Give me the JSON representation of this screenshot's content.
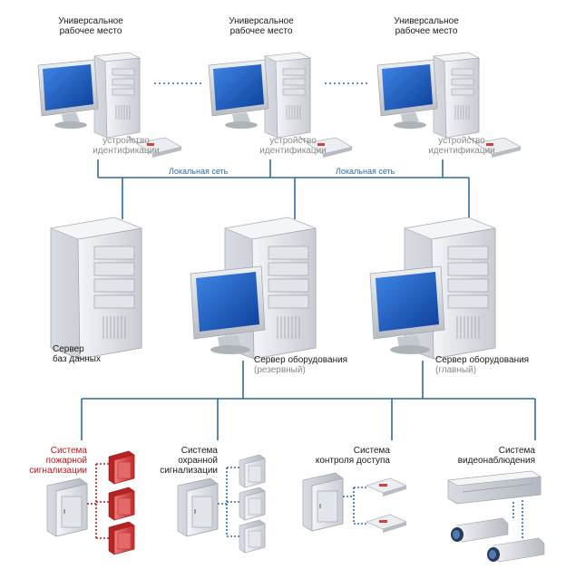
{
  "colors": {
    "line": "#2f6aa6",
    "dotted_blue": "#2f6aa6",
    "dotted_red": "#c0161c",
    "case": "#e6e9ee",
    "screen": "#1e5fbf",
    "red_panel": "#d63a3a"
  },
  "workstations": [
    {
      "title": "Универсальное\nрабочее место",
      "device": "устройство\nидентификации"
    },
    {
      "title": "Универсальное\nрабочее место",
      "device": "устройство\nидентификации"
    },
    {
      "title": "Универсальное\nрабочее место",
      "device": "устройство\nидентификации"
    }
  ],
  "network": {
    "segment_1": "Локальная сеть",
    "segment_2": "Локальная сеть"
  },
  "servers": {
    "db": {
      "line1": "Сервер",
      "line2": "баз данных"
    },
    "equipment_backup": {
      "line1": "Сервер оборудования",
      "line2": "(резервный)"
    },
    "equipment_main": {
      "line1": "Сервер оборудования",
      "line2": "(главный)"
    }
  },
  "systems": {
    "fire": {
      "line1": "Система",
      "line2": "пожарной",
      "line3": "сигнализации"
    },
    "security": {
      "line1": "Система",
      "line2": "охранной",
      "line3": "сигнализации"
    },
    "access": {
      "line1": "Система",
      "line2": "контроля доступа"
    },
    "video": {
      "line1": "Система",
      "line2": "видеонаблюдения"
    }
  }
}
